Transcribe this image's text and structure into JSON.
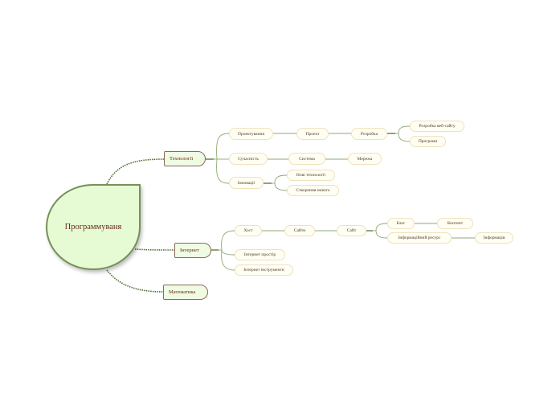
{
  "mindmap": {
    "central": {
      "label": "Программуваня"
    },
    "colors": {
      "central_fill": "#e6fbd3",
      "central_border": "#76905a",
      "topic_fill": "#effbe2",
      "topic_border": "#8c6a5a",
      "sub_fill": "#fffef2",
      "sub_border": "#f0e1bd",
      "connector": "#5f7d3f",
      "text": "#6b2b1d"
    },
    "branches": [
      {
        "label": "Технології",
        "children": [
          {
            "label": "Проектування",
            "chain": [
              "Проект",
              "Розробка"
            ],
            "leaves": [
              "Розробка веб-сайту",
              "Програми"
            ]
          },
          {
            "label": "Сучасність",
            "chain": [
              "Система",
              "Мережа"
            ]
          },
          {
            "label": "Інновації",
            "leaves": [
              "Нові технології",
              "Створення нового"
            ]
          }
        ]
      },
      {
        "label": "Інтернет",
        "children": [
          {
            "label": "Хост",
            "chain": [
              "Сайти",
              "Сайт"
            ],
            "leaves": [
              "Блог",
              "Інформаційний ресурс"
            ],
            "leaf_children": [
              "Контент",
              "Інформація"
            ]
          },
          {
            "label": "Інтернет простір"
          },
          {
            "label": "Інтернет інструменти"
          }
        ]
      },
      {
        "label": "Математика",
        "children": []
      }
    ]
  }
}
